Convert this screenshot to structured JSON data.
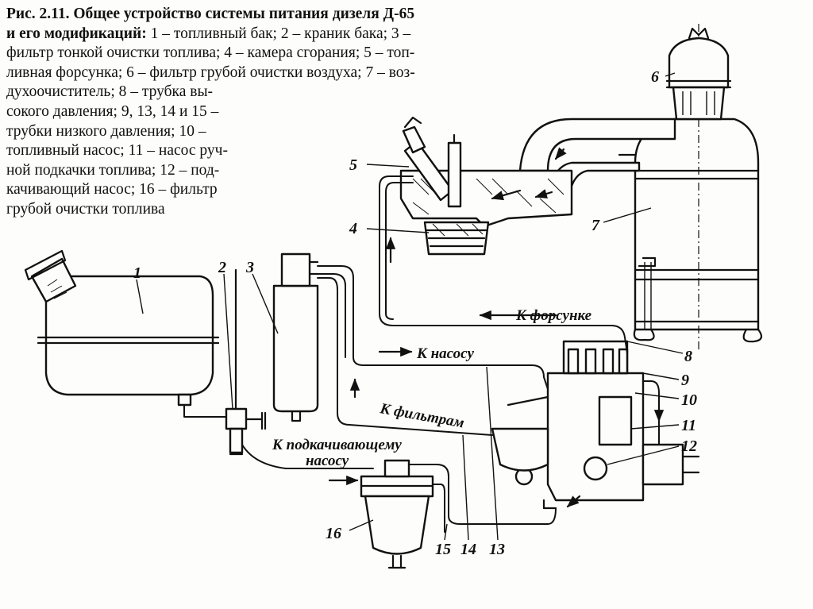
{
  "caption": {
    "title": "Рис. 2.11. Общее устройство системы питания дизеля Д-65",
    "lines": [
      {
        "bold": "и его модификаций:",
        "text": " 1 – топливный бак; 2 – краник бака; 3 –"
      },
      {
        "bold": "",
        "text": "фильтр тонкой очистки топлива; 4 – камера сгорания; 5 – топ-"
      },
      {
        "bold": "",
        "text": "ливная форсунка; 6 – фильтр грубой очистки воздуха; 7 – воз-"
      },
      {
        "bold": "",
        "text": "духоочиститель; 8 – трубка вы-"
      },
      {
        "bold": "",
        "text": "сокого давления; 9, 13, 14 и 15 –"
      },
      {
        "bold": "",
        "text": "трубки низкого давления; 10 –"
      },
      {
        "bold": "",
        "text": "топливный насос; 11 – насос руч-"
      },
      {
        "bold": "",
        "text": "ной подкачки топлива; 12 – под-"
      },
      {
        "bold": "",
        "text": "качивающий насос; 16 – фильтр"
      },
      {
        "bold": "",
        "text": "грубой очистки топлива"
      }
    ]
  },
  "callouts": {
    "c1": "1",
    "c2": "2",
    "c3": "3",
    "c4": "4",
    "c5": "5",
    "c6": "6",
    "c7": "7",
    "c8": "8",
    "c9": "9",
    "c10": "10",
    "c11": "11",
    "c12": "12",
    "c13": "13",
    "c14": "14",
    "c15": "15",
    "c16": "16"
  },
  "flow_labels": {
    "to_injector": "К форсунке",
    "to_pump": "К насосу",
    "to_filters": "К фильтрам",
    "to_priming_pump_l1": "К подкачивающему",
    "to_priming_pump_l2": "насосу"
  }
}
